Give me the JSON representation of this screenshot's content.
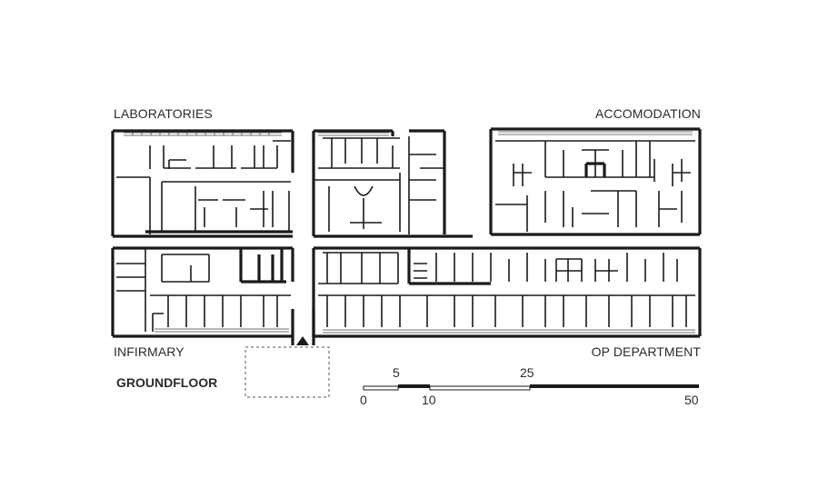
{
  "labels": {
    "laboratories": "LABORATORIES",
    "accommodation": "ACCOMODATION",
    "infirmary": "INFIRMARY",
    "op_department": "OP DEPARTMENT",
    "floor": "GROUNDFLOOR"
  },
  "scale_bar": {
    "ticks": [
      "0",
      "5",
      "10",
      "25",
      "50"
    ]
  },
  "colors": {
    "ink": "#1a1a1a",
    "background": "#ffffff"
  }
}
